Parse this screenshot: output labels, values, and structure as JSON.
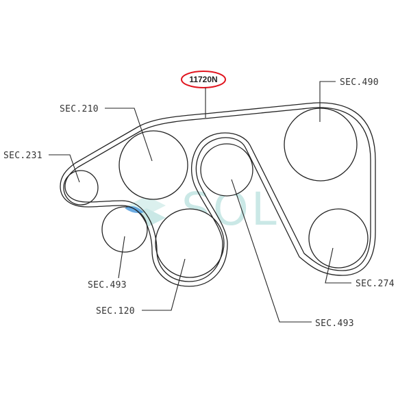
{
  "part_number": "11720N",
  "watermark": "SOL",
  "colors": {
    "highlight_ellipse": "#e0141e",
    "watermark": "#9fd6d2",
    "blue_mark": "#3a8fd8",
    "line": "#222222"
  },
  "labels": {
    "sec_490": "SEC.490",
    "sec_210": "SEC.210",
    "sec_231": "SEC.231",
    "sec_493_left": "SEC.493",
    "sec_120": "SEC.120",
    "sec_493_right": "SEC.493",
    "sec_274": "SEC.274"
  }
}
